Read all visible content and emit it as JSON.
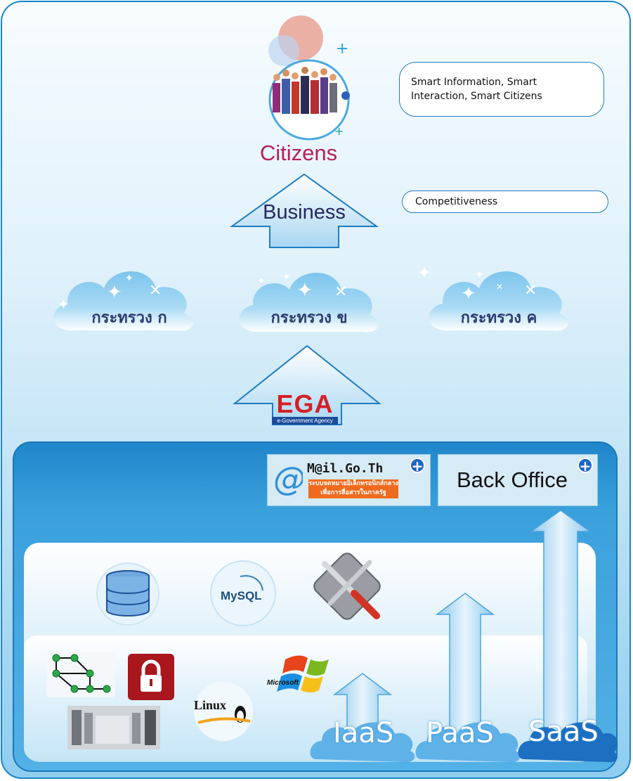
{
  "citizens": {
    "label": "Citizens"
  },
  "business": {
    "label": "Business"
  },
  "notes": {
    "smart": "Smart Information, Smart Interaction, Smart Citizens",
    "competitiveness": "Competitiveness"
  },
  "ministries": [
    {
      "label": "กระทรวง ก"
    },
    {
      "label": "กระทรวง ข"
    },
    {
      "label": "กระทรวง ค"
    }
  ],
  "ega": {
    "logo": "EGA",
    "subtitle": "e-Government Agency"
  },
  "services_top": {
    "mail_title": "M@il.Go.Th",
    "mail_subtitle": "ระบบจดหมายอิเล็กทรอนิกส์กลาง เพื่อการสื่อสารในภาครัฐ",
    "backoffice": "Back Office"
  },
  "platform": {
    "mysql": "MySQL",
    "microsoft": "Microsoft",
    "linux": "Linux"
  },
  "layers": [
    {
      "label": "IaaS"
    },
    {
      "label": "PaaS"
    },
    {
      "label": "SaaS"
    }
  ],
  "colors": {
    "frame": "#1a86c8",
    "citizens": "#b51f58",
    "business": "#28275f",
    "ega_red": "#d51f27",
    "ega_blue": "#1b4b9b",
    "mail_orange": "#f06a1e"
  }
}
